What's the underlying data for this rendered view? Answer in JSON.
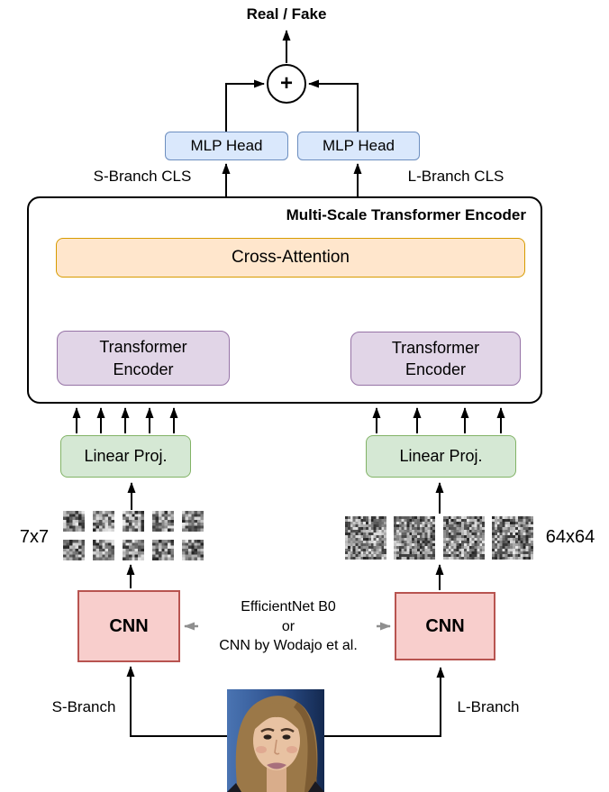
{
  "output": {
    "label": "Real / Fake",
    "plus": "+"
  },
  "heads": {
    "left": "MLP Head",
    "right": "MLP Head"
  },
  "cls": {
    "left": "S-Branch CLS",
    "right": "L-Branch CLS"
  },
  "mste": {
    "title": "Multi-Scale Transformer Encoder",
    "cross_attention": "Cross-Attention",
    "transformer_left": "Transformer\nEncoder",
    "transformer_right": "Transformer\nEncoder"
  },
  "linear_proj": {
    "left": "Linear Proj.",
    "right": "Linear Proj."
  },
  "patches": {
    "left_label": "7x7",
    "left_grid": {
      "rows": 2,
      "cols": 5,
      "cells": 7
    },
    "right_label": "64x64",
    "right_row": {
      "count": 4,
      "cells": 16
    }
  },
  "cnn": {
    "left": "CNN",
    "right": "CNN",
    "note_lines": [
      "EfficientNet B0",
      "or",
      "CNN by Wodajo et al."
    ]
  },
  "branches": {
    "left": "S-Branch",
    "right": "L-Branch"
  },
  "colors": {
    "mlp_fill": "#dae8fc",
    "mlp_border": "#6c8ebf",
    "cross_fill": "#ffe6cc",
    "cross_border": "#d79b00",
    "te_fill": "#e1d5e7",
    "te_border": "#9673a6",
    "lp_fill": "#d5e8d4",
    "lp_border": "#82b366",
    "cnn_fill": "#f8cecc",
    "cnn_border": "#b85450",
    "arrow": "#000000",
    "gray_arrow": "#8f8f8f"
  }
}
